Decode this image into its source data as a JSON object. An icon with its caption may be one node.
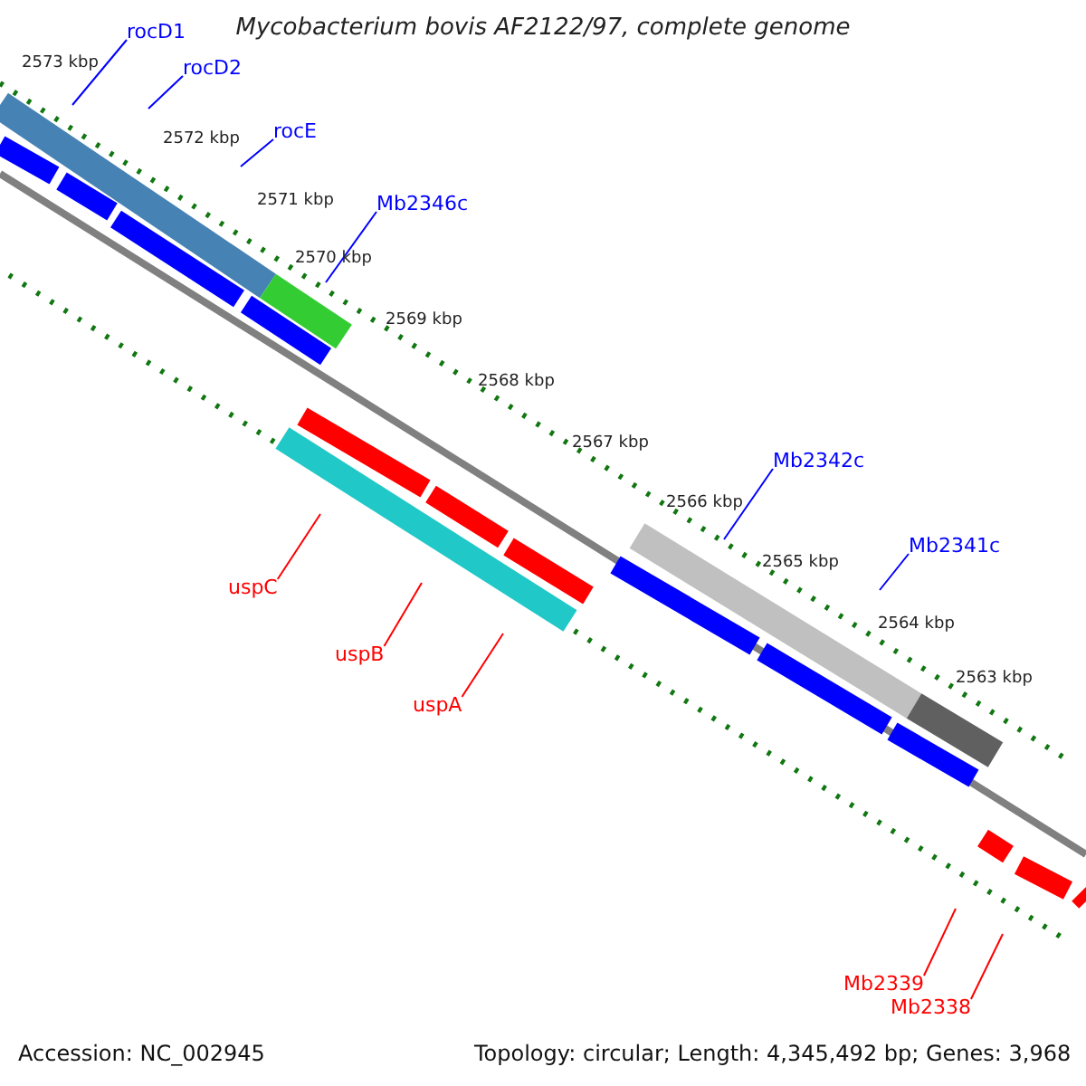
{
  "diagram": {
    "title": "Mycobacterium bovis AF2122/97, complete genome",
    "nodes": [
      {
        "text": [
          "rocD1"
        ]
      },
      {
        "text": [
          "rocD2"
        ]
      },
      {
        "text": [
          "rocE"
        ]
      },
      {
        "text": [
          "Mb2346c"
        ]
      },
      {
        "text": [
          "Mb2342c"
        ]
      },
      {
        "text": [
          "Mb2341c"
        ]
      },
      {
        "text": [
          "uspC"
        ]
      },
      {
        "text": [
          "uspB"
        ]
      },
      {
        "text": [
          "uspA"
        ]
      },
      {
        "text": [
          "Mb2339"
        ]
      },
      {
        "text": [
          "Mb2338"
        ]
      }
    ],
    "edges": [
      {
        "from": 0,
        "to": null,
        "arrow": "none"
      },
      {
        "from": 1,
        "to": null,
        "arrow": "none"
      },
      {
        "from": 2,
        "to": null,
        "arrow": "none"
      },
      {
        "from": 3,
        "to": null,
        "arrow": "none"
      },
      {
        "from": 4,
        "to": null,
        "arrow": "none"
      },
      {
        "from": 5,
        "to": null,
        "arrow": "none"
      },
      {
        "from": 6,
        "to": null,
        "arrow": "none",
        "color": "#ff0000"
      },
      {
        "from": 7,
        "to": null,
        "arrow": "none",
        "color": "#ff0000"
      },
      {
        "from": 8,
        "to": null,
        "arrow": "none",
        "color": "#ff0000"
      },
      {
        "from": 9,
        "to": null,
        "arrow": "none",
        "color": "#ff0000"
      },
      {
        "from": 10,
        "to": null,
        "arrow": "none",
        "color": "#ff0000"
      }
    ],
    "labels": [
      "2573 kbp",
      "2572 kbp",
      "2571 kbp",
      "2570 kbp",
      "2569 kbp",
      "2568 kbp",
      "2567 kbp",
      "2566 kbp",
      "2565 kbp",
      "2564 kbp",
      "2563 kbp",
      "Accession: NC_002945",
      "Topology: circular; Length: 4,345,492 bp; Genes: 3,968"
    ]
  }
}
